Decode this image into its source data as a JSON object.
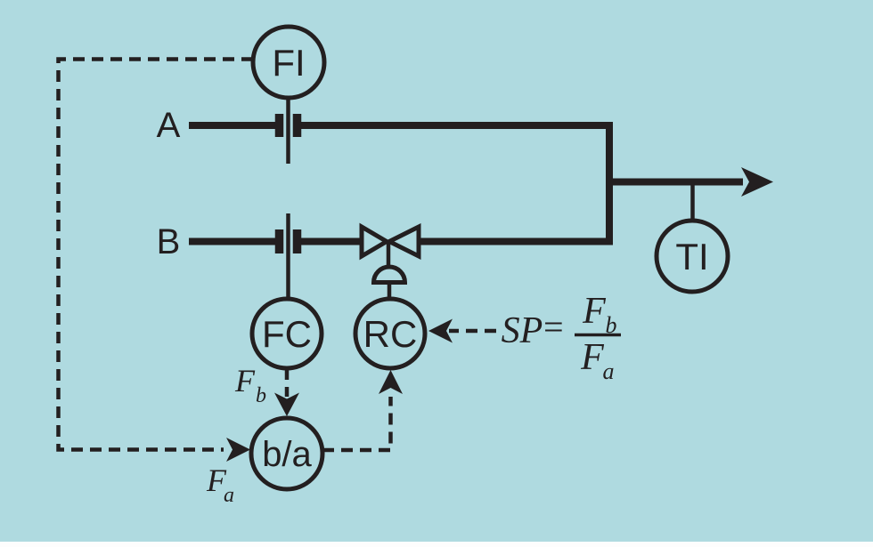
{
  "colors": {
    "background": "#afdae0",
    "line": "#231f20",
    "footer_strip": "#fdfdfd"
  },
  "streams": {
    "feed_a_label": "A",
    "feed_b_label": "B"
  },
  "instruments": {
    "flow_indicator": "FI",
    "flow_controller": "FC",
    "ratio_controller": "RC",
    "temperature_indicator": "TI",
    "ratio_block": "b/a"
  },
  "signal_labels": {
    "fb_symbol": "F",
    "fb_subscript": "b",
    "fa_symbol": "F",
    "fa_subscript": "a"
  },
  "setpoint_formula": {
    "lhs": "SP",
    "equals": "=",
    "numerator_symbol": "F",
    "numerator_subscript": "b",
    "denominator_symbol": "F",
    "denominator_subscript": "a"
  }
}
